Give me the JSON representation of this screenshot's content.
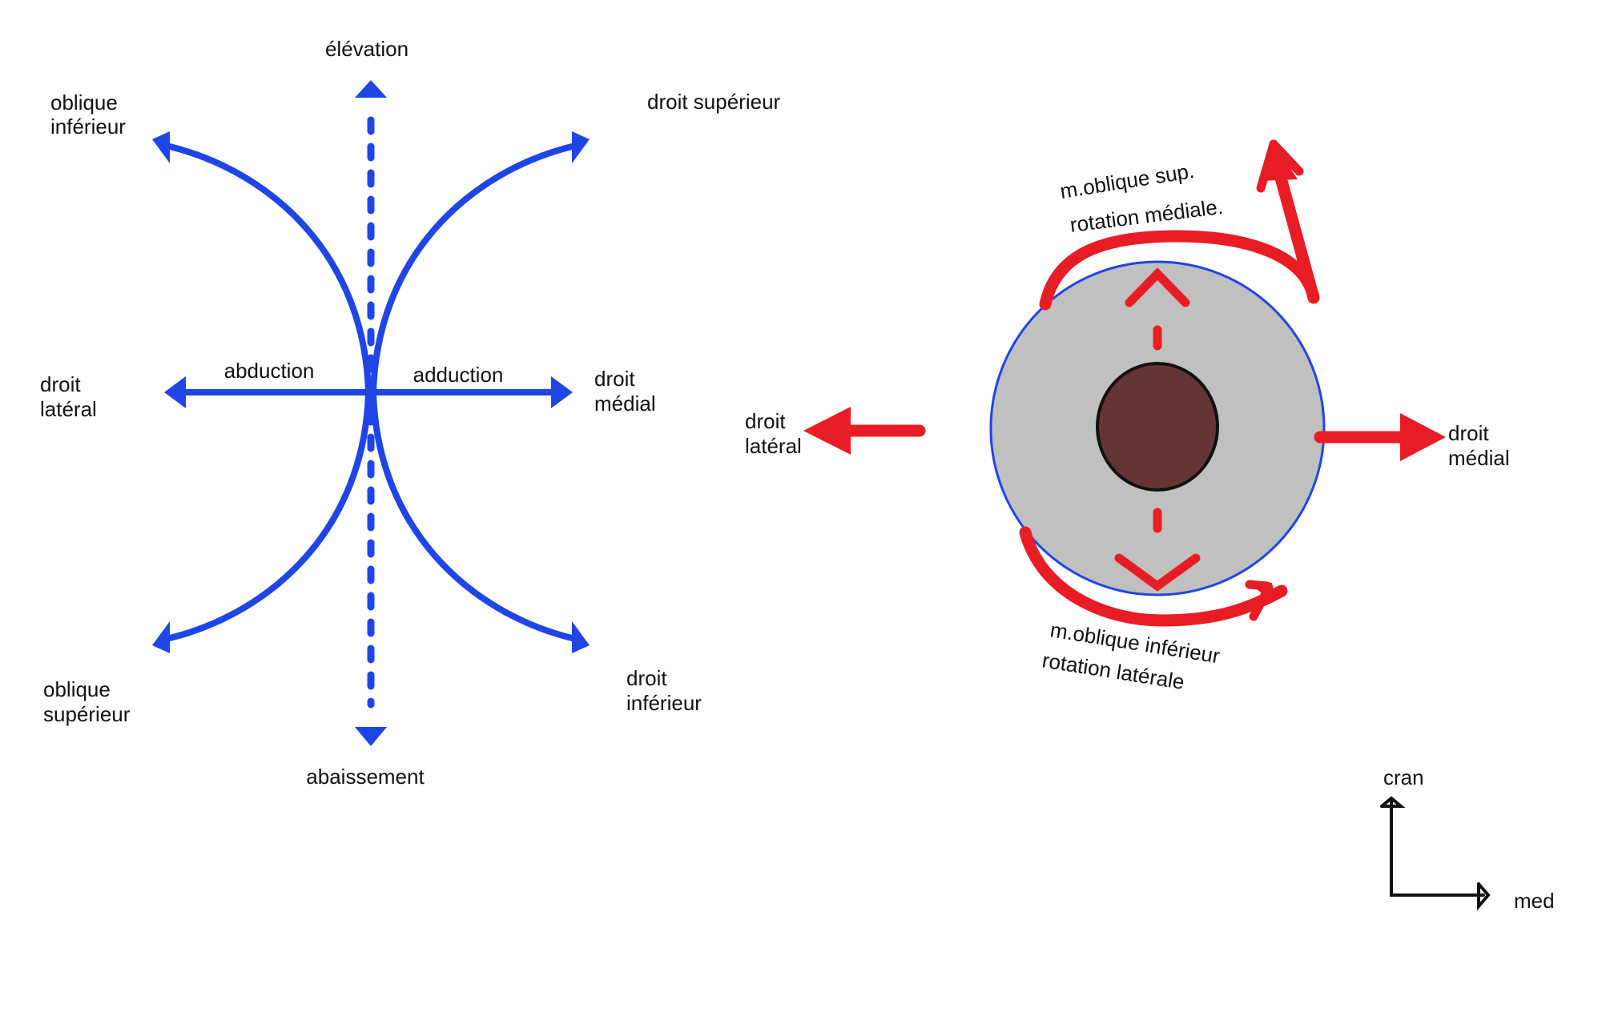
{
  "colors": {
    "movement_arrows": "#1f45e6",
    "muscle_arrows": "#e81c24",
    "eyeball": "#c0c0c0",
    "eyeball_outline": "#1f45e6",
    "pupil": "#653535",
    "axes": "#111111"
  },
  "left_diagram": {
    "labels": {
      "elevation": "élévation",
      "abaissement": "abaissement",
      "abduction": "abduction",
      "adduction": "adduction",
      "oblique_inferieur": [
        "oblique",
        "inférieur"
      ],
      "droit_superieur": "droit supérieur",
      "droit_lateral": [
        "droit",
        "latéral"
      ],
      "droit_medial": [
        "droit",
        "médial"
      ],
      "oblique_superieur": [
        "oblique",
        "supérieur"
      ],
      "droit_inferieur": [
        "droit",
        "inférieur"
      ]
    }
  },
  "right_diagram": {
    "labels": {
      "droit_lateral": [
        "droit",
        "latéral"
      ],
      "droit_medial": [
        "droit",
        "médial"
      ],
      "oblique_sup_muscle": "m.oblique sup.",
      "oblique_sup_action": "rotation médiale.",
      "oblique_inf_muscle": "m.oblique inférieur",
      "oblique_inf_action": "rotation latérale"
    }
  },
  "orientation": {
    "cranial": "cran",
    "medial": "med"
  }
}
